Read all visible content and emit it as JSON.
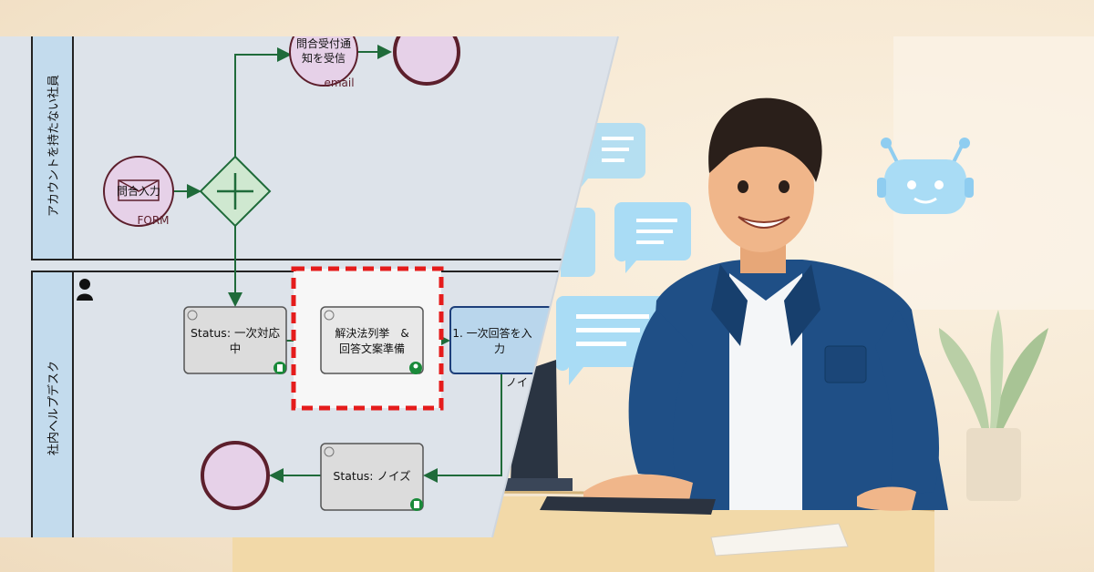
{
  "lanes": [
    {
      "label": "アカウントを持たない社員"
    },
    {
      "label": "社内ヘルプデスク"
    }
  ],
  "events": {
    "input_line1": "問合入力",
    "input_sub": "FORM",
    "notify_line1": "問合受付通",
    "notify_line2": "知を受信",
    "notify_sub": "email"
  },
  "tasks": {
    "status1_line1": "Status: 一次対応",
    "status1_line2": "中",
    "solution_line1": "解決法列挙　&",
    "solution_line2": "回答文案準備",
    "answer_line1": "1. 一次回答を入",
    "answer_line2": "力",
    "noise": "Status: ノイズ",
    "answer_flow_label": "ノイ"
  },
  "colors": {
    "pool_bg": "#dde3ea",
    "lane_header": "#c3dbed",
    "task_fill": "#dcdcdc",
    "highlight_border": "#e51c1c",
    "flow_line": "#1f6b3a",
    "gateway_fill": "#cfe8d0",
    "event_fill": "#e6d1e8",
    "event_stroke": "#5c1f2c",
    "bubble": "#a9dcf5"
  }
}
